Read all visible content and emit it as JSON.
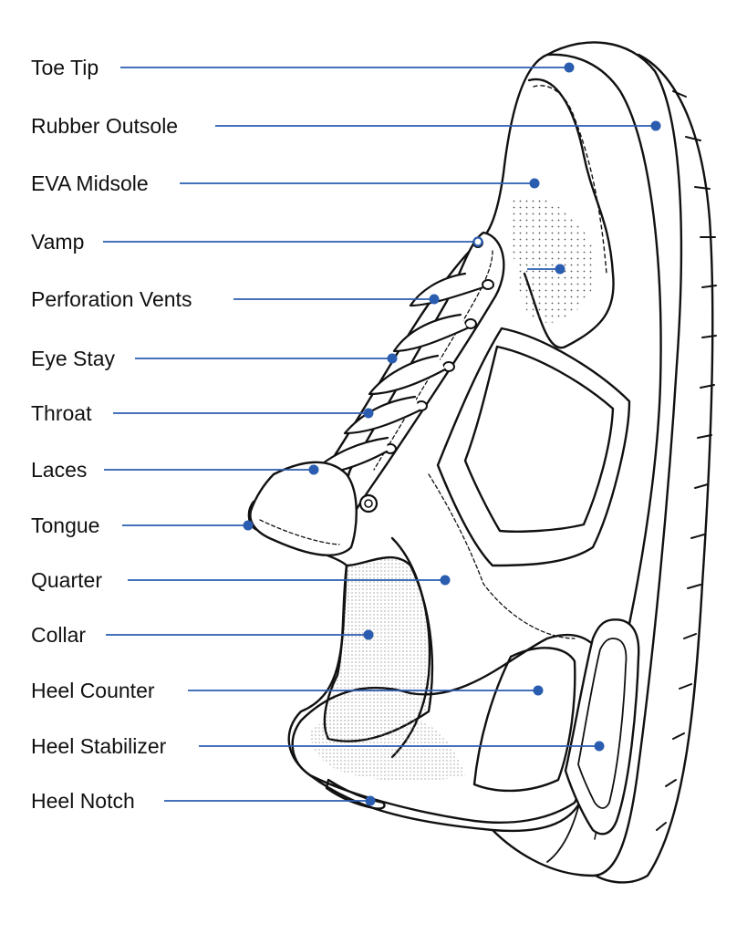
{
  "colors": {
    "leader": "#2a5db0",
    "ink": "#111111",
    "text": "#111111",
    "background": "#ffffff"
  },
  "labels": [
    {
      "id": "toe-tip",
      "text": "Toe Tip"
    },
    {
      "id": "rubber-outsole",
      "text": "Rubber Outsole"
    },
    {
      "id": "eva-midsole",
      "text": "EVA Midsole"
    },
    {
      "id": "vamp",
      "text": "Vamp"
    },
    {
      "id": "perforation-vents",
      "text": "Perforation Vents"
    },
    {
      "id": "eye-stay",
      "text": "Eye Stay"
    },
    {
      "id": "throat",
      "text": "Throat"
    },
    {
      "id": "laces",
      "text": "Laces"
    },
    {
      "id": "tongue",
      "text": "Tongue"
    },
    {
      "id": "quarter",
      "text": "Quarter"
    },
    {
      "id": "collar",
      "text": "Collar"
    },
    {
      "id": "heel-counter",
      "text": "Heel Counter"
    },
    {
      "id": "heel-stabilizer",
      "text": "Heel Stabilizer"
    },
    {
      "id": "heel-notch",
      "text": "Heel Notch"
    }
  ]
}
